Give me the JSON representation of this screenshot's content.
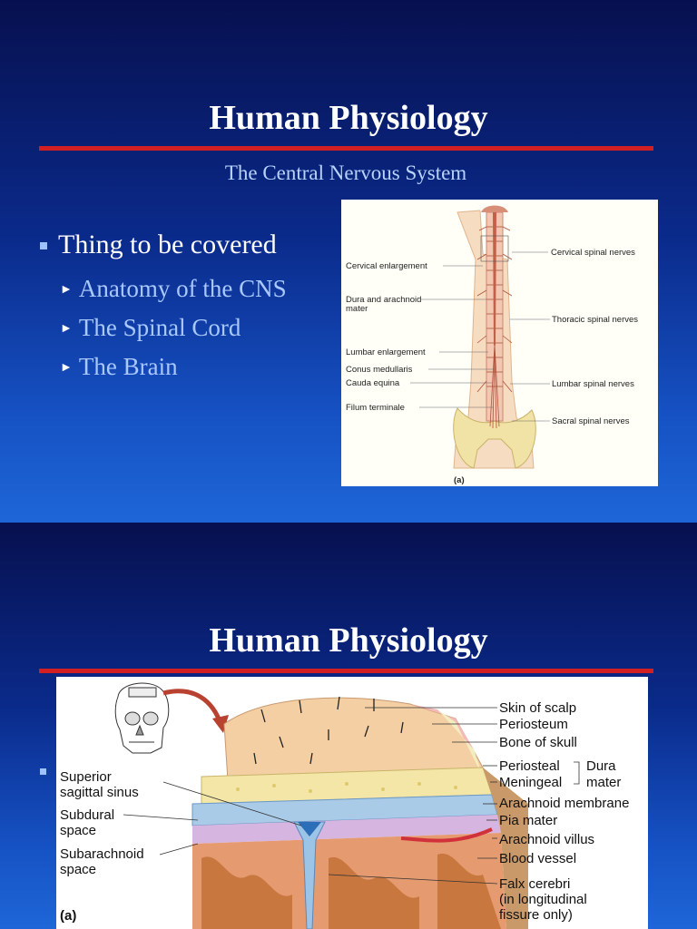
{
  "slide1": {
    "title": "Human Physiology",
    "subtitle": "The Central Nervous System",
    "bullet": "Thing to be covered",
    "subbullets": [
      "Anatomy of the CNS",
      "The Spinal Cord",
      "The Brain"
    ],
    "figure": {
      "left_labels": [
        "Cervical enlargement",
        "Dura and arachnoid",
        "mater",
        "Lumbar enlargement",
        "Conus medullaris",
        "Cauda equina",
        "Filum terminale"
      ],
      "right_labels": [
        "Cervical spinal nerves",
        "Thoracic spinal nerves",
        "Lumbar spinal nerves",
        "Sacral spinal nerves"
      ],
      "panel": "(a)"
    }
  },
  "slide2": {
    "title": "Human Physiology",
    "figure": {
      "left_labels": [
        "Superior",
        "sagittal sinus",
        "Subdural",
        "space",
        "Subarachnoid",
        "space"
      ],
      "right_labels": [
        "Skin of scalp",
        "Periosteum",
        "Bone of skull",
        "Periosteal",
        "Meningeal",
        "Dura",
        "mater",
        "Arachnoid membrane",
        "Pia mater",
        "Arachnoid villus",
        "Blood vessel",
        "Falx cerebri",
        "(in longitudinal",
        "fissure only)"
      ],
      "panel": "(a)"
    }
  },
  "colors": {
    "accent_rule": "#d21f22",
    "subtitle": "#b9d3ff",
    "background_top": "#07104f",
    "background_bottom": "#1e66d8"
  }
}
